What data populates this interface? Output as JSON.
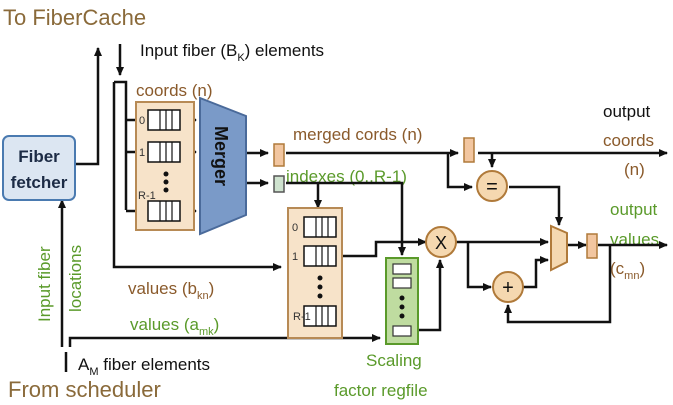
{
  "labels": {
    "to_fibercache": "To FiberCache",
    "from_scheduler": "From scheduler",
    "input_fiber_bk_prefix": "Input fiber (B",
    "input_fiber_bk_sub": "K",
    "input_fiber_bk_suffix": ") elements",
    "coords_n": "coords (n)",
    "merged_cords": "merged cords (n)",
    "indexes": "indexes (0..R-1)",
    "output_coords_l1": "output",
    "output_coords_l2": "coords",
    "output_coords_l3": "(n)",
    "output_values_l1": "output",
    "output_values_l2": "values",
    "output_values_l3_prefix": "(c",
    "output_values_l3_sub": "mn",
    "output_values_l3_suffix": ")",
    "values_bkn_prefix": "values (b",
    "values_bkn_sub": "kn",
    "values_bkn_suffix": ")",
    "values_amk_prefix": "values (a",
    "values_amk_sub": "mk",
    "values_amk_suffix": ")",
    "am_prefix": "A",
    "am_sub": "M",
    "am_suffix": " fiber elements",
    "input_fiber_locations_l1": "Input fiber",
    "input_fiber_locations_l2": "locations",
    "scaling_l1": "Scaling",
    "scaling_l2": "factor regfile"
  },
  "blocks": {
    "fetcher_l1": "Fiber",
    "fetcher_l2": "fetcher",
    "merger": "Merger"
  },
  "queues": {
    "q0": "0",
    "q1": "1",
    "qlast": "R-1",
    "dots": "⋮"
  },
  "ops": {
    "multiply": "X",
    "add": "+",
    "equal": "="
  },
  "colors": {
    "fetcher_fill": "#dce6f2",
    "fetcher_stroke": "#4a7ab0",
    "merger_fill": "#7a9ac8",
    "queue_fill": "#f7e3c9",
    "queue_stroke": "#b78a55",
    "regfile_fill": "#bfdca0",
    "regfile_stroke": "#5a9a2a",
    "latch_orange": "#f2c6a0",
    "latch_green": "#cfe3cf",
    "op_fill": "#f5d8b0",
    "op_stroke": "#b07a3a",
    "mux_fill": "#f5d8b0"
  }
}
